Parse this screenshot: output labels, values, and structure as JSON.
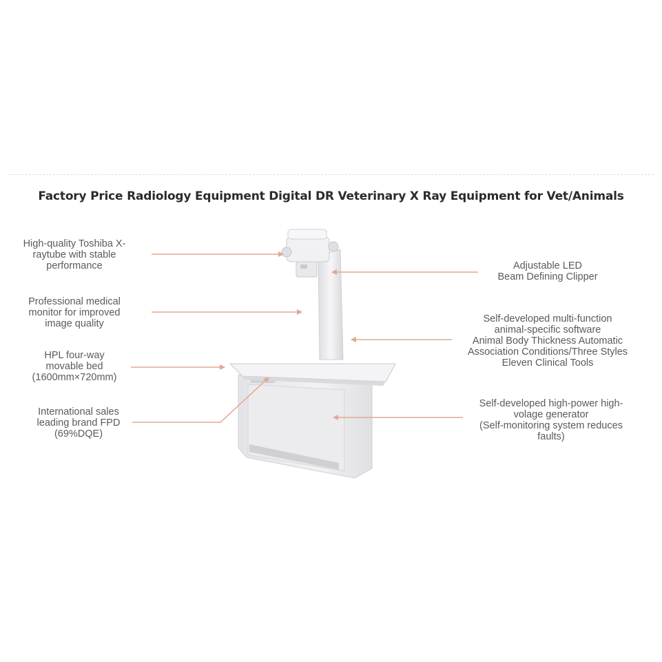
{
  "page": {
    "title": "Factory Price Radiology Equipment Digital DR Veterinary X Ray Equipment for Vet/Animals"
  },
  "colors": {
    "arrow": "#e0a892",
    "text": "#5a5a5a",
    "title": "#2b2b2b",
    "machine": "#eeeef0"
  },
  "features": {
    "left": [
      {
        "lines": [
          "High-quality Toshiba X-",
          "raytube with stable",
          "performance"
        ]
      },
      {
        "lines": [
          "Professional medical",
          "monitor for improved",
          "image quality"
        ]
      },
      {
        "lines": [
          "HPL four-way",
          "movable bed",
          "(1600mm×720mm)"
        ]
      },
      {
        "lines": [
          "International sales",
          "leading brand FPD",
          "(69%DQE)"
        ]
      }
    ],
    "right": [
      {
        "lines": [
          "Adjustable LED",
          "Beam Defining Clipper"
        ]
      },
      {
        "lines": [
          "Self-developed multi-function",
          "animal-specific software",
          "Animal Body Thickness Automatic",
          "Association Conditions/Three Styles",
          "Eleven Clinical Tools"
        ]
      },
      {
        "lines": [
          "Self-developed high-power high-",
          "volage generator",
          "(Self-monitoring system reduces",
          "faults)"
        ]
      }
    ]
  },
  "product_image": {
    "subject": "veterinary DR x-ray table with tube column"
  }
}
